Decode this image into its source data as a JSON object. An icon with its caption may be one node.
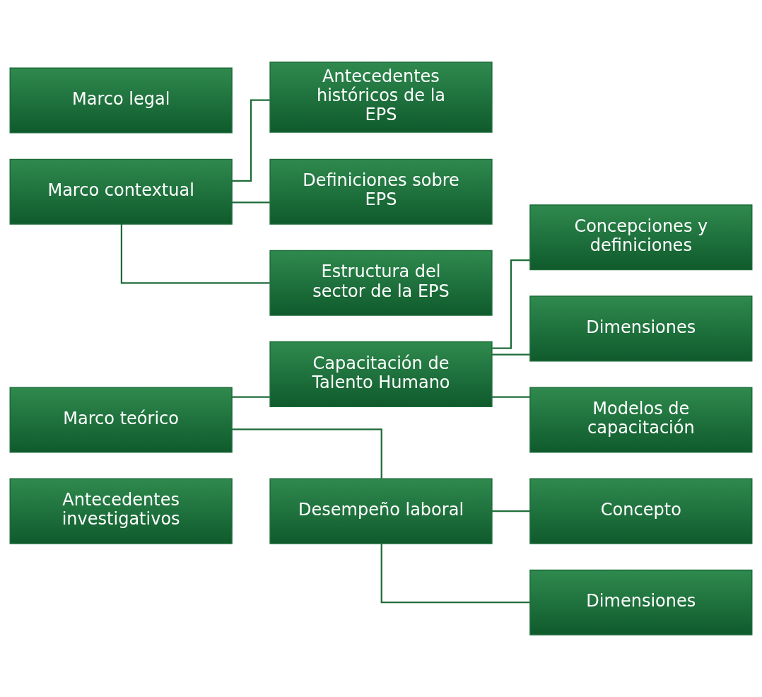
{
  "diagram": {
    "nodes": [
      {
        "text": [
          "Antecedentes investigativos"
        ]
      },
      {
        "text": [
          "Marco teórico"
        ]
      },
      {
        "text": [
          "Capacitación de Talento Humano"
        ]
      },
      {
        "text": [
          "Concepciones y definiciones"
        ]
      },
      {
        "text": [
          "Dimensiones"
        ]
      },
      {
        "text": [
          "Modelos de capacitación"
        ]
      },
      {
        "text": [
          "Desempeño laboral"
        ]
      },
      {
        "text": [
          "Concepto"
        ]
      },
      {
        "text": [
          "Dimensiones"
        ]
      },
      {
        "text": [
          "Marco contextual"
        ]
      },
      {
        "text": [
          "Antecedentes históricos de la EPS"
        ]
      },
      {
        "text": [
          "Definiciones sobre EPS"
        ]
      },
      {
        "text": [
          "Estructura del sector de la EPS"
        ]
      },
      {
        "text": [
          "Marco legal"
        ]
      }
    ],
    "edges": [
      {
        "from": 1,
        "to": 2,
        "arrow": "none"
      },
      {
        "from": 1,
        "to": 6,
        "arrow": "none"
      },
      {
        "from": 2,
        "to": 3,
        "arrow": "none"
      },
      {
        "from": 2,
        "to": 4,
        "arrow": "none"
      },
      {
        "from": 2,
        "to": 5,
        "arrow": "none"
      },
      {
        "from": 6,
        "to": 7,
        "arrow": "none"
      },
      {
        "from": 6,
        "to": 8,
        "arrow": "none"
      },
      {
        "from": 9,
        "to": 10,
        "arrow": "none"
      },
      {
        "from": 9,
        "to": 11,
        "arrow": "none"
      },
      {
        "from": 9,
        "to": 12,
        "arrow": "none"
      }
    ]
  }
}
